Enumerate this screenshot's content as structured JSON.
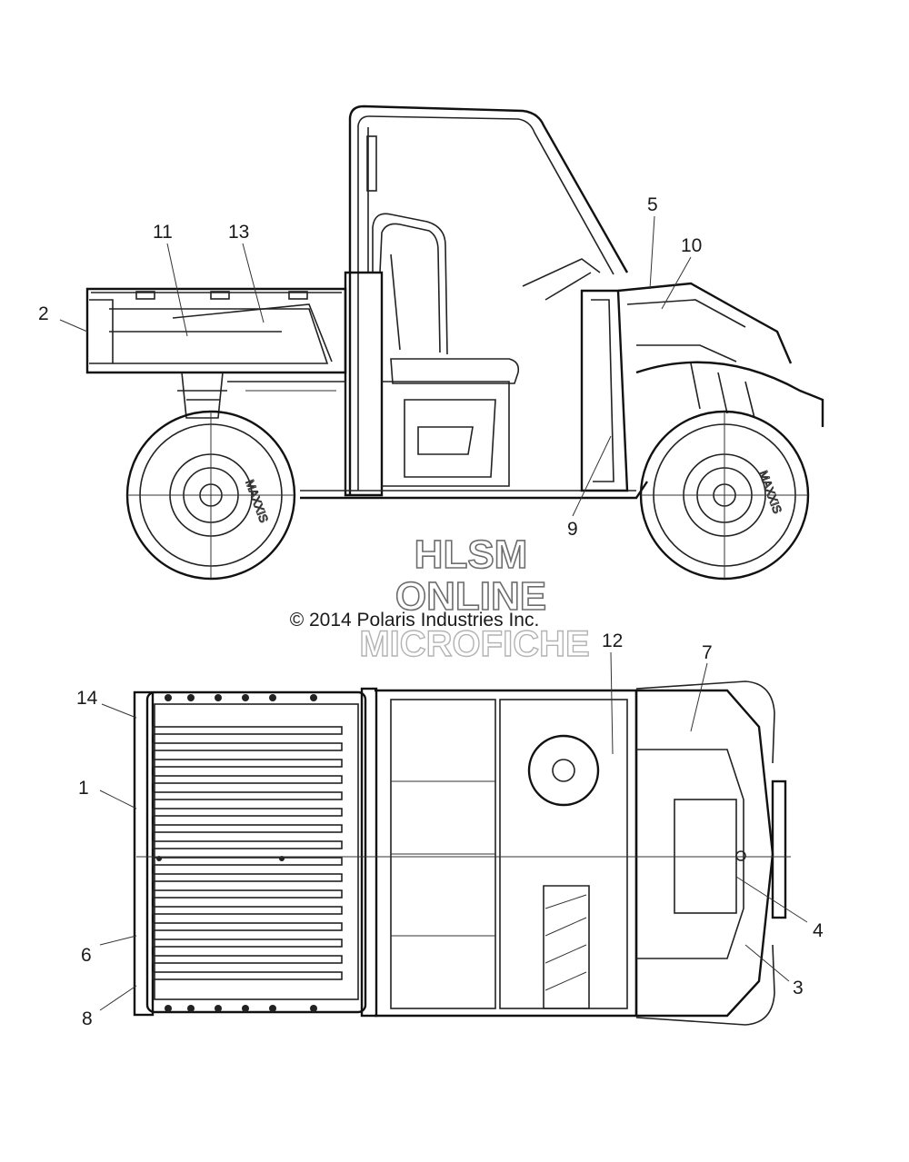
{
  "callouts": {
    "c1": "1",
    "c2": "2",
    "c3": "3",
    "c4": "4",
    "c5": "5",
    "c6": "6",
    "c7": "7",
    "c8": "8",
    "c9": "9",
    "c10": "10",
    "c11": "11",
    "c12": "12",
    "c13": "13",
    "c14": "14"
  },
  "watermark": {
    "line1": "HLSM",
    "line2": "ONLINE",
    "line3": "MICROFICHE"
  },
  "copyright": "© 2014 Polaris Industries Inc.",
  "tire_brand": "MAXXIS"
}
